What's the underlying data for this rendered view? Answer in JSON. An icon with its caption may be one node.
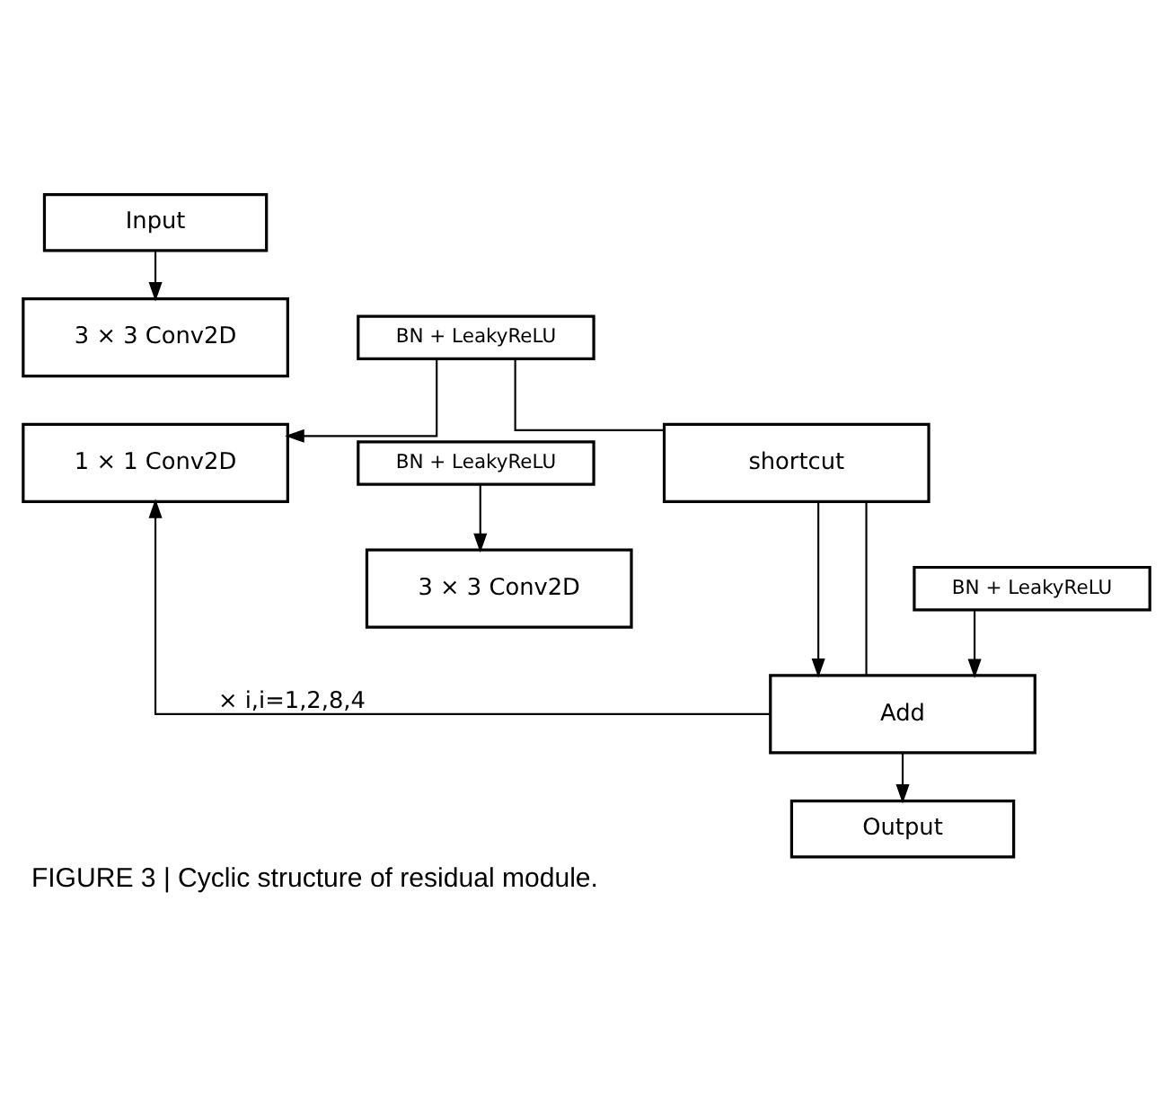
{
  "diagram": {
    "caption": "FIGURE 3 | Cyclic structure of residual module.",
    "nodes": [
      {
        "text": [
          "Input"
        ]
      },
      {
        "text": [
          "3 × 3 Conv2D"
        ]
      },
      {
        "text": [
          "BN + LeakyReLU"
        ]
      },
      {
        "text": [
          "1 × 1 Conv2D"
        ]
      },
      {
        "text": [
          "BN + LeakyReLU"
        ]
      },
      {
        "text": [
          "shortcut"
        ]
      },
      {
        "text": [
          "3 × 3 Conv2D"
        ]
      },
      {
        "text": [
          "BN + LeakyReLU"
        ]
      },
      {
        "text": [
          "Add"
        ]
      },
      {
        "text": [
          "Output"
        ]
      }
    ],
    "edges": [
      {
        "from": 0,
        "to": 1,
        "arrow": "to"
      },
      {
        "from": 2,
        "to": 3,
        "arrow": "to"
      },
      {
        "from": 2,
        "to": 5,
        "arrow": "none"
      },
      {
        "from": 4,
        "to": 6,
        "arrow": "to"
      },
      {
        "from": 7,
        "to": 8,
        "arrow": "to"
      },
      {
        "from": 5,
        "to": 8,
        "arrow": "to"
      },
      {
        "from": 8,
        "to": 9,
        "arrow": "to"
      },
      {
        "from": 8,
        "to": 3,
        "arrow": "to",
        "label": "× i,i=1,2,8,4"
      },
      {
        "from": 8,
        "to": 5,
        "arrow": "none"
      }
    ]
  }
}
